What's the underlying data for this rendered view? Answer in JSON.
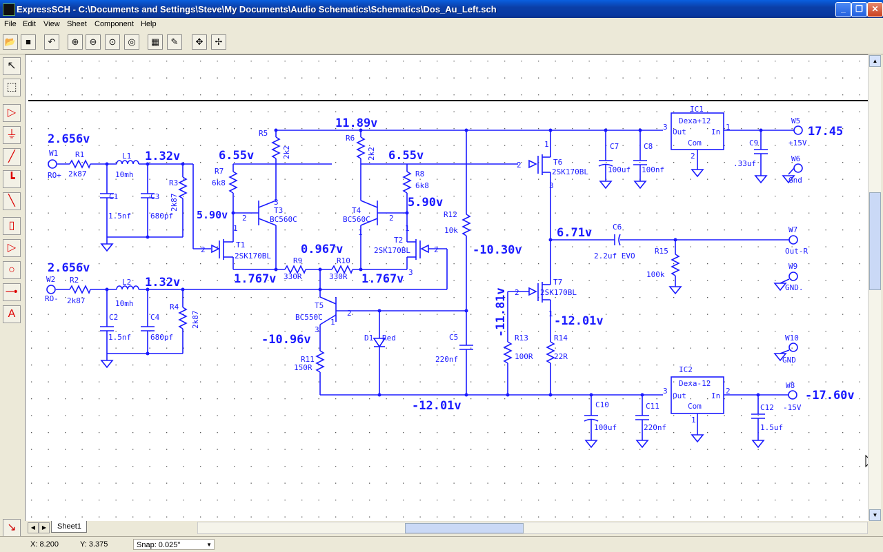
{
  "window": {
    "title": "ExpressSCH - C:\\Documents and Settings\\Steve\\My Documents\\Audio Schematics\\Schematics\\Dos_Au_Left.sch",
    "controls": [
      "minimize",
      "maximize",
      "close"
    ]
  },
  "menu": [
    "File",
    "Edit",
    "View",
    "Sheet",
    "Component",
    "Help"
  ],
  "toolbar": [
    "open-icon",
    "save-icon",
    "undo-icon",
    "zoom-in-icon",
    "zoom-out-icon",
    "zoom-area-icon",
    "zoom-fit-icon",
    "properties-icon",
    "edit-part-icon",
    "move-icon",
    "pan-icon"
  ],
  "left_toolbar": [
    "select-arrow-icon",
    "select-area-icon",
    "place-component-icon",
    "ground-icon",
    "wire-icon",
    "bus-icon",
    "line-icon",
    "part-icon",
    "port-icon",
    "circle-icon",
    "junction-icon",
    "text-icon"
  ],
  "schematic": {
    "voltages": {
      "w1": "2.656v",
      "w2": "2.656v",
      "l1_out": "1.32v",
      "l2_out": "1.32v",
      "rail_top": "11.89v",
      "t3_base": "6.55v",
      "t4_base": "6.55v",
      "t1_drain": "5.90v",
      "t2_drain": "5.90v",
      "mid": "0.967v",
      "t1_source": "1.767v",
      "t2_source": "1.767v",
      "r12": "-10.30v",
      "t5": "-10.96v",
      "bottom": "-12.01v",
      "t7_src": "-12.01v",
      "t7_gate": "-11.81v",
      "out": "6.71v",
      "w5": "17.45",
      "w8": "-17.60v"
    },
    "components": {
      "W1": "W1",
      "W1_sub": "RO+",
      "R1": "R1",
      "R1_v": "2k87",
      "L1": "L1",
      "L1_v": "10mh",
      "C1": "C1",
      "C1_v": "1.5nf",
      "C3": "C3",
      "C3_v": "680pf",
      "R3": "R3",
      "R3_v": "2k87",
      "W2": "W2",
      "W2_sub": "RO-",
      "R2": "R2",
      "R2_v": "2k87",
      "L2": "L2",
      "L2_v": "10mh",
      "C2": "C2",
      "C2_v": "1.5nf",
      "C4": "C4",
      "C4_v": "680pf",
      "R4": "R4",
      "R4_v": "2k87",
      "R5": "R5",
      "R5_v": "2k2",
      "R6": "R6",
      "R6_v": "2k2",
      "R7": "R7",
      "R7_v": "6k8",
      "R8": "R8",
      "R8_v": "6k8",
      "T3": "T3",
      "T3_v": "BC560C",
      "T4": "T4",
      "T4_v": "BC560C",
      "T1": "T1",
      "T1_v": "2SK170BL",
      "T2": "T2",
      "T2_v": "2SK170BL",
      "R9": "R9",
      "R9_v": "330R",
      "R10": "R10",
      "R10_v": "330R",
      "T5": "T5",
      "T5_v": "BC550C",
      "R11": "R11",
      "R11_v": "150R",
      "D1": "D1",
      "D1_v": "Red",
      "C5": "C5",
      "C5_v": "220nf",
      "R12": "R12",
      "R12_v": "10k",
      "T6": "T6",
      "T6_v": "2SK170BL",
      "T7": "T7",
      "T7_v": "2SK170BL",
      "R13": "R13",
      "R13_v": "100R",
      "R14": "R14",
      "R14_v": "22R",
      "C7": "C7",
      "C7_v": "100uf",
      "C8": "C8",
      "C8_v": "100nf",
      "IC1": "IC1",
      "IC1_v": "Dexa+12",
      "IC2": "IC2",
      "IC2_v": "Dexa-12",
      "Out": "Out",
      "In": "In",
      "Com": "Com",
      "C9": "C9",
      "C9_v": ".33uf",
      "W5": "W5",
      "W5_sub": "+15V",
      "W6": "W6",
      "W6_sub": "Gnd",
      "C6": "C6",
      "C6_v": "2.2uf EVO",
      "R15": "R15",
      "R15_v": "100k",
      "W7": "W7",
      "W7_sub": "Out-R",
      "W9": "W9",
      "W9_sub": "GND.",
      "W10": "W10",
      "W10_sub": "GND",
      "C10": "C10",
      "C10_v": "100uf",
      "C11": "C11",
      "C11_v": "220nf",
      "C12": "C12",
      "C12_v": "1.5uf",
      "W8": "W8",
      "W8_sub": "-15V"
    }
  },
  "sheet_tab": "Sheet1",
  "status": {
    "x": "X: 8.200",
    "y": "Y: 3.375",
    "snap": "Snap: 0.025\""
  },
  "colors": {
    "wire": "#1a1aff",
    "title_bar": "#0a5fe0"
  }
}
